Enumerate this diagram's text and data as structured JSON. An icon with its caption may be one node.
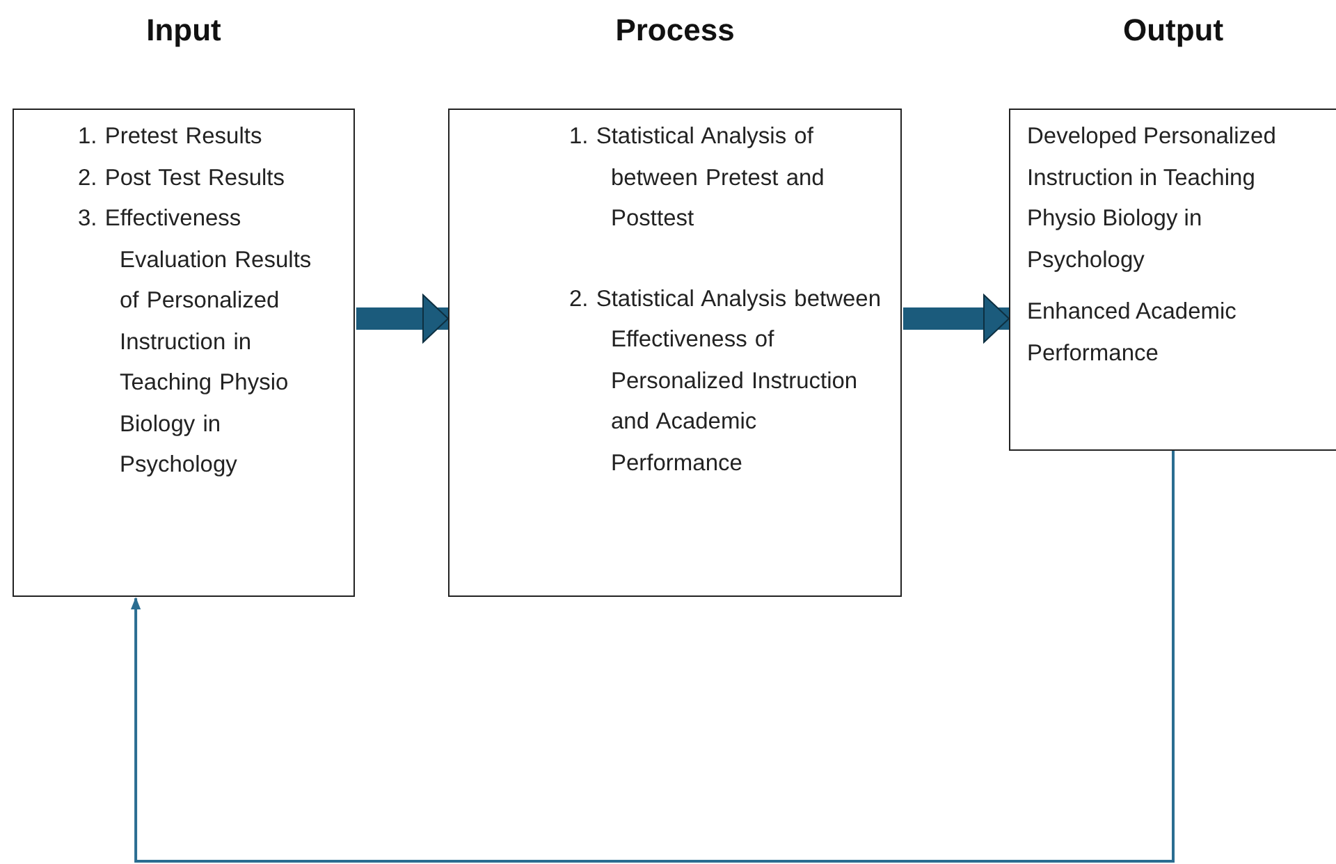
{
  "diagram": {
    "nodes": [
      {
        "text": [
          "Input",
          "1. Pretest Results",
          "2. Post Test Results",
          "3. Effectiveness Evaluation Results of Personalized Instruction in Teaching Physio Biology in Psychology"
        ]
      },
      {
        "text": [
          "Process",
          "1. Statistical Analysis of between Pretest and Posttest",
          "2. Statistical Analysis between Effectiveness of Personalized Instruction and Academic Performance"
        ]
      },
      {
        "text": [
          "Output",
          "Developed Personalized Instruction in Teaching Physio Biology in Psychology",
          "Enhanced Academic Performance"
        ]
      }
    ],
    "edges": [
      {
        "from": 0,
        "to": 1,
        "arrow": "to"
      },
      {
        "from": 1,
        "to": 2,
        "arrow": "to"
      },
      {
        "from": 2,
        "to": 0,
        "arrow": "to",
        "color": "#2a6d91"
      }
    ]
  }
}
